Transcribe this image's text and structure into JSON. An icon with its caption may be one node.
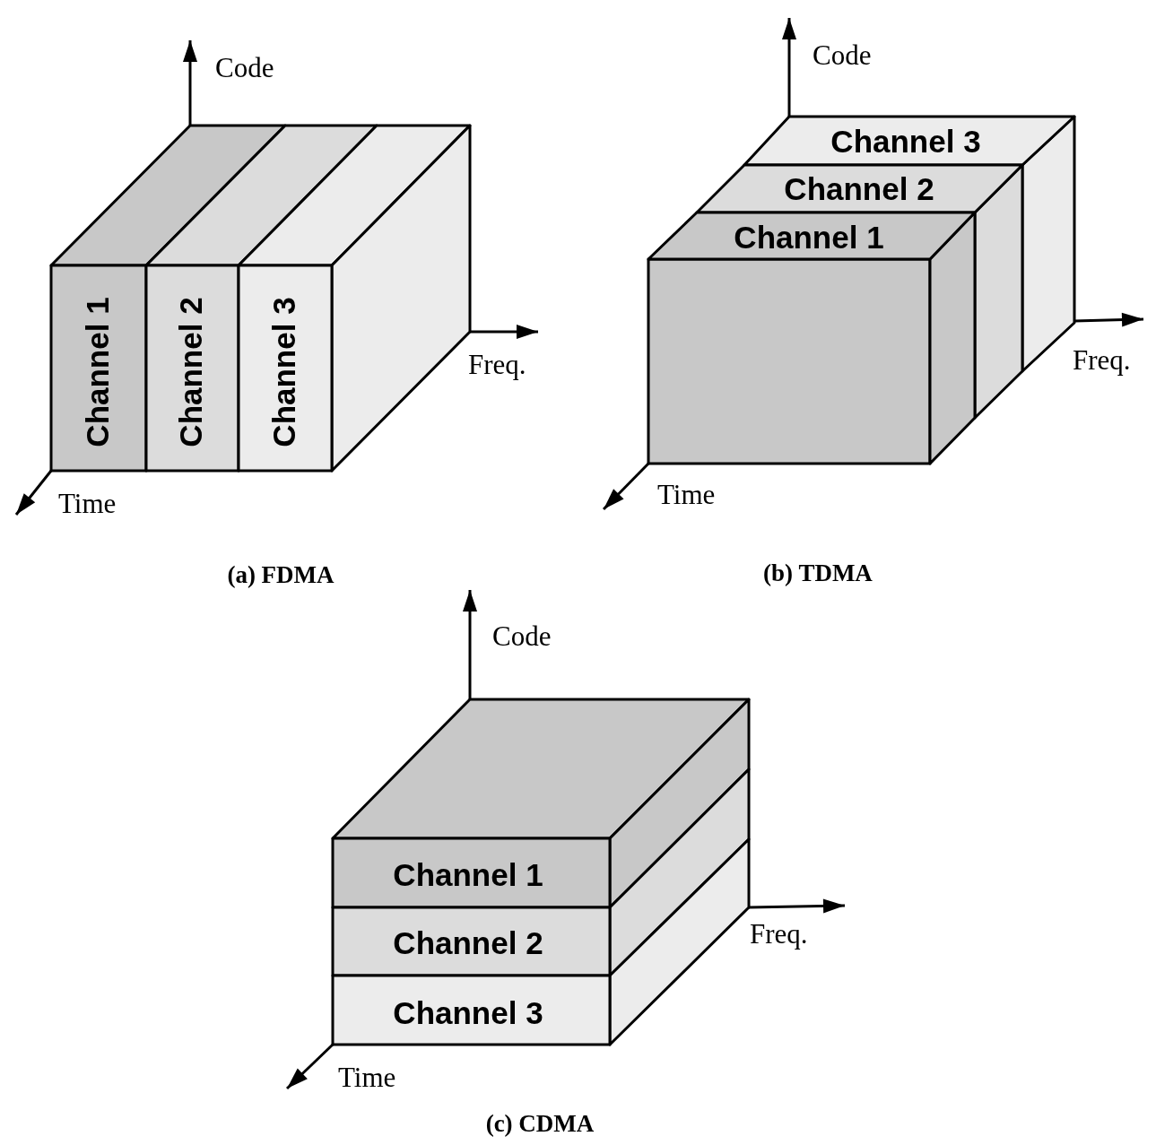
{
  "diagram": {
    "nodes": [
      {
        "text": [
          "Channel 1"
        ]
      },
      {
        "text": [
          "Channel 2"
        ]
      },
      {
        "text": [
          "Channel 3"
        ]
      },
      {
        "text": [
          "Channel 3"
        ]
      },
      {
        "text": [
          "Channel 2"
        ]
      },
      {
        "text": [
          "Channel 1"
        ]
      },
      {
        "text": [
          "Channel 1"
        ]
      },
      {
        "text": [
          "Channel 2"
        ]
      },
      {
        "text": [
          "Channel 3"
        ]
      }
    ],
    "labels": [
      "Code",
      "Code",
      "Freq.",
      "Freq.",
      "Time",
      "Time",
      "(a) FDMA",
      "(b) TDMA",
      "Code",
      "Freq.",
      "Time",
      "(c) CDMA"
    ]
  }
}
